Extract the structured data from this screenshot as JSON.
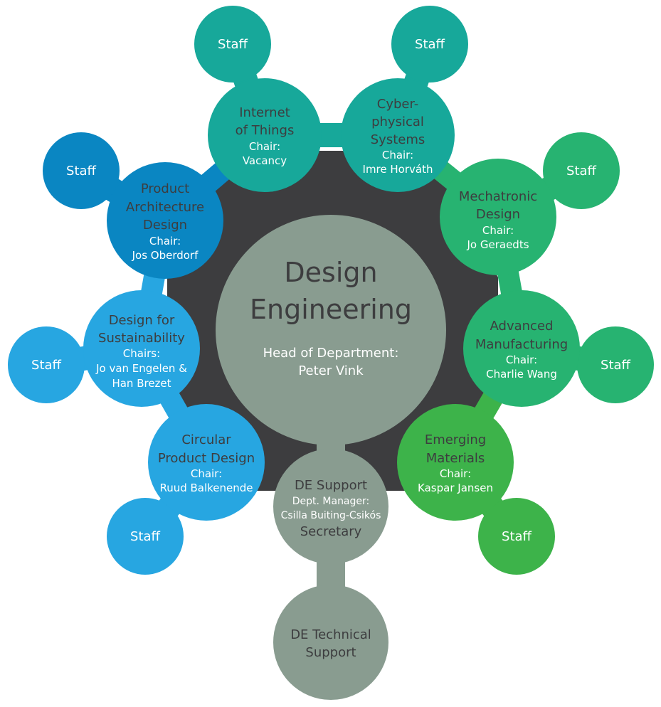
{
  "center": {
    "title_line1": "Design",
    "title_line2": "Engineering",
    "role": "Head of Department:",
    "person": "Peter Vink"
  },
  "sections": {
    "iot": {
      "line1": "Internet",
      "line2": "of Things",
      "chair_label": "Chair:",
      "chair": "Vacancy",
      "staff": "Staff",
      "color": "#17a89a"
    },
    "cps": {
      "line1": "Cyber-",
      "line2": "physical",
      "line3": "Systems",
      "chair_label": "Chair:",
      "chair": "Imre Horváth",
      "staff": "Staff",
      "color": "#17a89a"
    },
    "pad": {
      "line1": "Product",
      "line2": "Architecture",
      "line3": "Design",
      "chair_label": "Chair:",
      "chair": "Jos Oberdorf",
      "staff": "Staff",
      "color": "#0a86c2"
    },
    "mech": {
      "line1": "Mechatronic",
      "line2": "Design",
      "chair_label": "Chair:",
      "chair": "Jo Geraedts",
      "staff": "Staff",
      "color": "#27b371"
    },
    "dfs": {
      "line1": "Design for",
      "line2": "Sustainability",
      "chair_label": "Chairs:",
      "chair1": "Jo van Engelen &",
      "chair2": "Han Brezet",
      "staff": "Staff",
      "color": "#27a6e1"
    },
    "am": {
      "line1": "Advanced",
      "line2": "Manufacturing",
      "chair_label": "Chair:",
      "chair": "Charlie Wang",
      "staff": "Staff",
      "color": "#27b371"
    },
    "cpd": {
      "line1": "Circular",
      "line2": "Product Design",
      "chair_label": "Chair:",
      "chair": "Ruud Balkenende",
      "staff": "Staff",
      "color": "#27a6e1"
    },
    "em": {
      "line1": "Emerging",
      "line2": "Materials",
      "chair_label": "Chair:",
      "chair": "Kaspar Jansen",
      "staff": "Staff",
      "color": "#3db34a"
    }
  },
  "support": {
    "title": "DE Support",
    "role": "Dept. Manager:",
    "person": "Csilla Buiting-Csikós",
    "extra": "Secretary"
  },
  "technical": {
    "line1": "DE Technical",
    "line2": "Support"
  },
  "colors": {
    "hub": "#3d3d3f",
    "center": "#899c90",
    "support": "#899c90",
    "text_dark": "#3d3d3f",
    "text_light": "#ffffff"
  }
}
